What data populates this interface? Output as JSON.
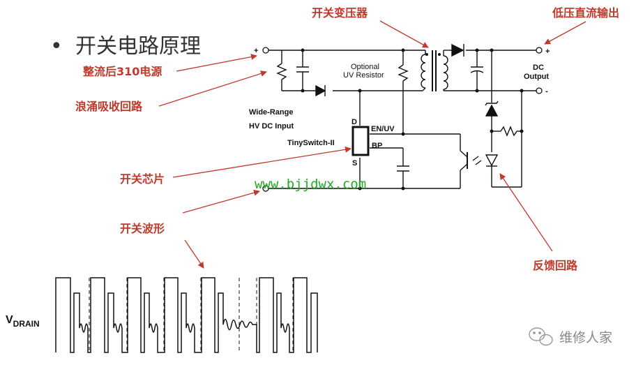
{
  "title": "开关电路原理",
  "labels": {
    "rectified": "整流后310电源",
    "snubber": "浪涌吸收回路",
    "chip": "开关芯片",
    "waveform": "开关波形",
    "transformer": "开关变压器",
    "lowv": "低压直流输出",
    "feedback": "反馈回路"
  },
  "schematic": {
    "optional": "Optional",
    "uvres": "UV Resistor",
    "wide": "Wide-Range",
    "hvdc": "HV DC Input",
    "tiny": "TinySwitch-II",
    "d": "D",
    "s": "S",
    "enuv": "EN/UV",
    "bp": "BP",
    "dc": "DC",
    "output": "Output",
    "plus_in": "+",
    "plus_out": "+",
    "minus_out": "-"
  },
  "vdrain": {
    "v": "V",
    "sub": "DRAIN"
  },
  "url": "www.bjjdwx.com",
  "watermark": "维修人家",
  "colors": {
    "red": "#c0392b",
    "green": "#22aa22",
    "gray": "#888888",
    "line": "#111111"
  }
}
